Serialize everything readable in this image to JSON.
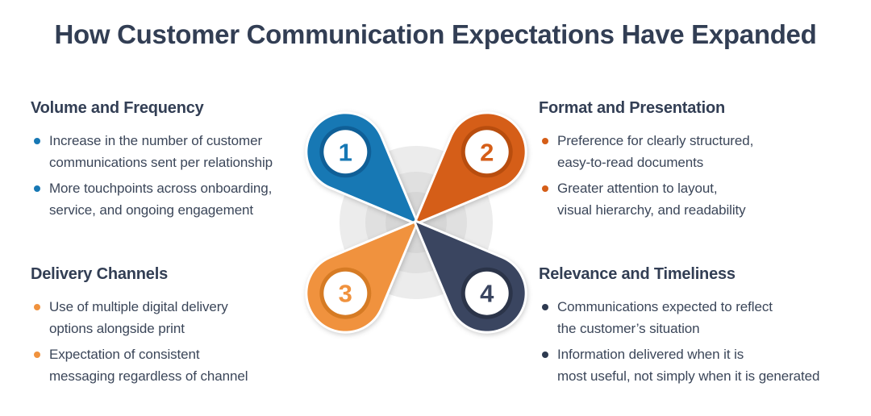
{
  "title": "How Customer Communication Expectations Have Expanded",
  "colors": {
    "heading_text": "#323e54",
    "body_text": "#3b4659",
    "petal_blue": "#1778b4",
    "petal_orange": "#d55e18",
    "petal_amber": "#f0923e",
    "petal_navy": "#3a4560",
    "center_rings": [
      "#ececec",
      "#e0e0e0",
      "#d6d6d6"
    ]
  },
  "sections": [
    {
      "number": "1",
      "heading": "Volume and Frequency",
      "accent": "#1778b4",
      "bullets": [
        "Increase in the number of customer\ncommunications sent per relationship",
        "More touchpoints across onboarding,\nservice, and ongoing engagement"
      ]
    },
    {
      "number": "2",
      "heading": "Format and Presentation",
      "accent": "#d55e18",
      "bullets": [
        "Preference for clearly structured,\neasy-to-read documents",
        "Greater attention to layout,\nvisual hierarchy, and readability"
      ]
    },
    {
      "number": "3",
      "heading": "Delivery Channels",
      "accent": "#f0923e",
      "bullets": [
        "Use of multiple digital delivery\noptions alongside print",
        "Expectation of consistent\nmessaging regardless of channel"
      ]
    },
    {
      "number": "4",
      "heading": "Relevance and Timeliness",
      "accent": "#2e3a50",
      "bullets": [
        "Communications expected to reflect\nthe customer’s situation",
        "Information delivered when it is\nmost useful, not simply when it is generated"
      ]
    }
  ]
}
